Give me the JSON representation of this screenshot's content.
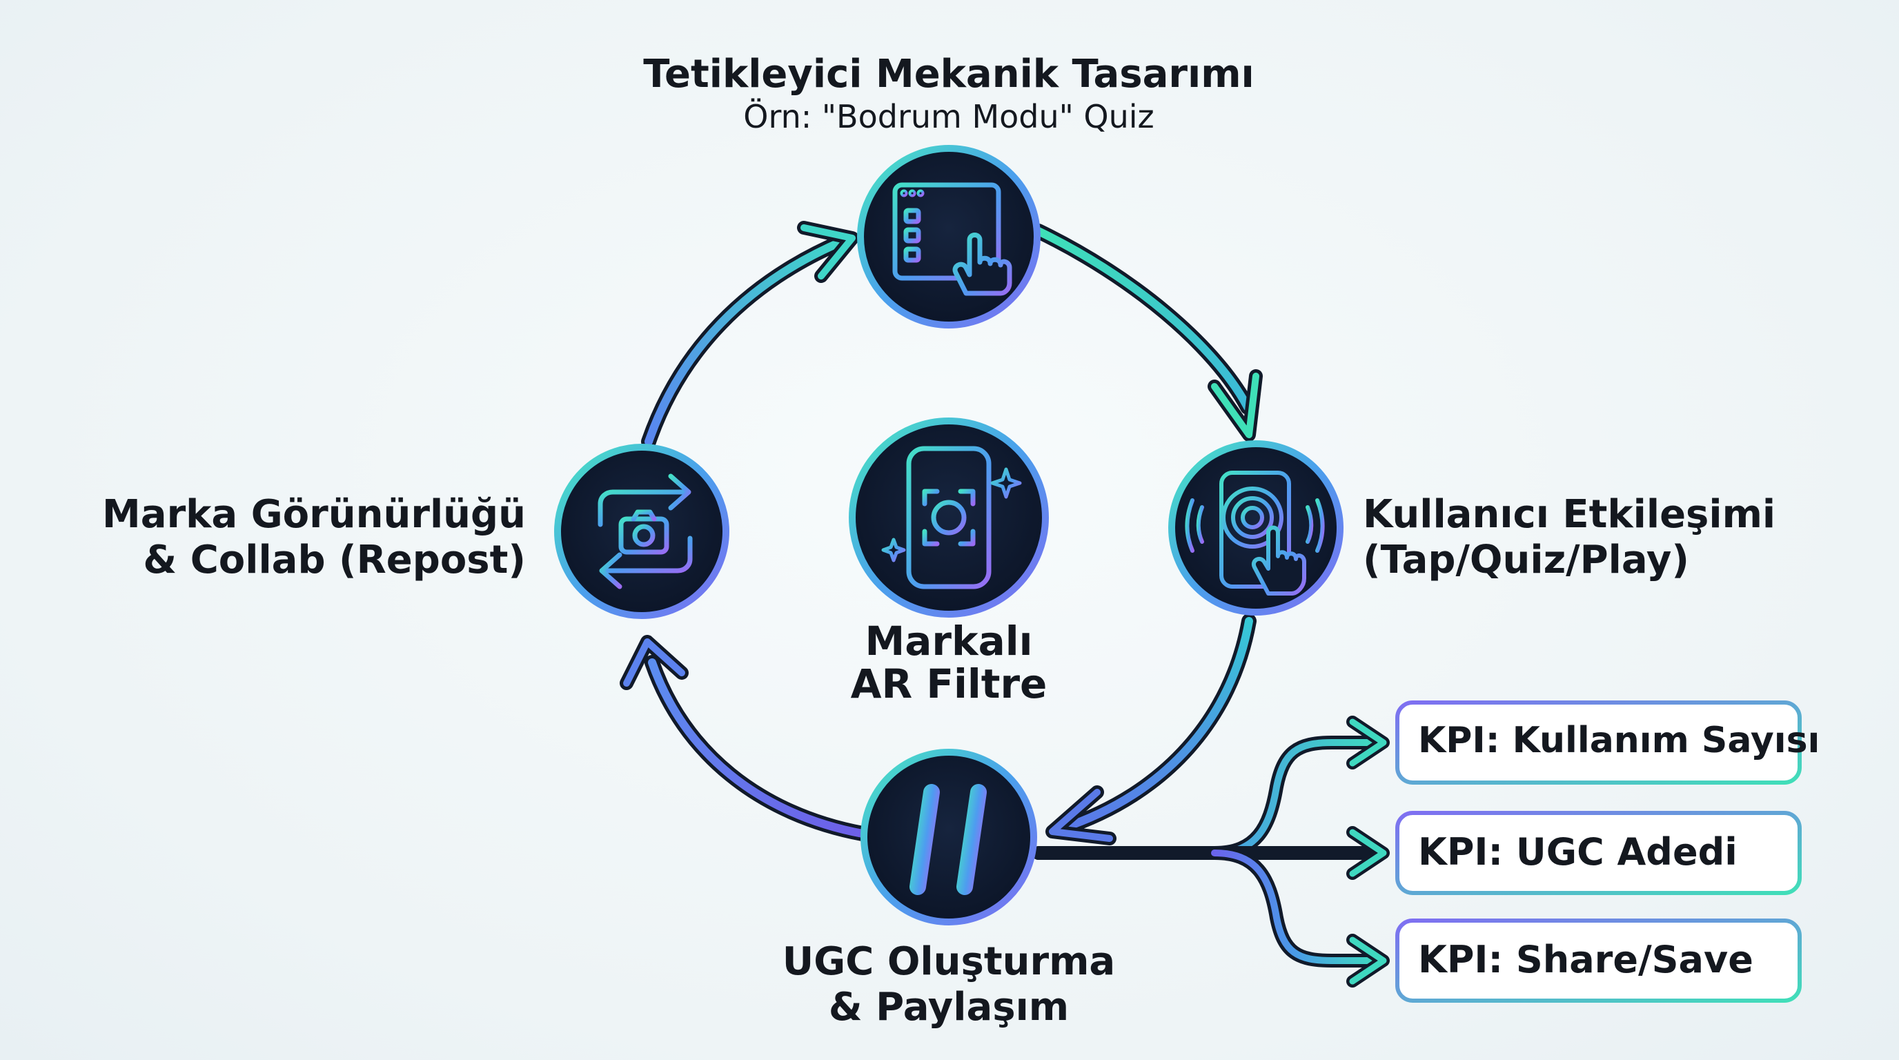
{
  "top": {
    "title": "Tetikleyici Mekanik Tasarımı",
    "subtitle": "Örn: \"Bodrum Modu\" Quiz"
  },
  "center": {
    "line1": "Markalı",
    "line2": "AR Filtre"
  },
  "right": {
    "line1": "Kullanıcı Etkileşimi",
    "line2": "(Tap/Quiz/Play)"
  },
  "bottom": {
    "line1": "UGC Oluşturma",
    "line2": "& Paylaşım"
  },
  "left": {
    "line1": "Marka Görünürlüğü",
    "line2": "& Collab (Repost)"
  },
  "kpis": [
    {
      "label": "KPI: Kullanım Sayısı"
    },
    {
      "label": "KPI: UGC Adedi"
    },
    {
      "label": "KPI: Share/Save"
    }
  ],
  "icons": {
    "top": "quiz-form-icon",
    "right": "phone-tap-icon",
    "bottom": "hashtag-icon",
    "left": "repost-camera-icon",
    "center": "ar-phone-face-icon"
  },
  "colors": {
    "teal": "#3fe0b8",
    "blue": "#4b8fe8",
    "purple": "#7a6cf0",
    "node_fill": "#0f1a2e",
    "text": "#14181f"
  }
}
